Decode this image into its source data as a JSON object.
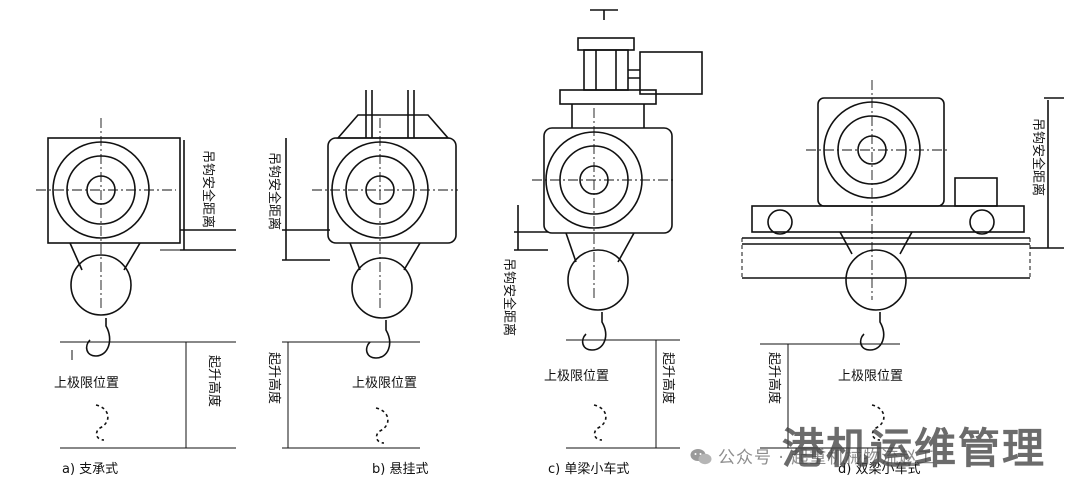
{
  "diagrams": [
    {
      "caption": "a) 支承式",
      "label_top": "吊钩安全距离",
      "label_bottom": "起升高度",
      "limit_label": "上极限位置"
    },
    {
      "caption": "b) 悬挂式",
      "label_top": "吊钩安全距离",
      "label_bottom": "起升高度",
      "limit_label": "上极限位置"
    },
    {
      "caption": "c) 单梁小车式",
      "label_top": "吊钩安全距离",
      "label_bottom": "起升高度",
      "limit_label": "上极限位置"
    },
    {
      "caption": "d) 双梁小车式",
      "label_top": "吊钩安全距离",
      "label_bottom": "起升高度",
      "limit_label": "上极限位置"
    }
  ],
  "watermark": {
    "subtitle": "公众号 · 起重机械物流赵工",
    "title": "港机运维管理"
  },
  "colors": {
    "line": "#111111",
    "watermark_text": "#8e8e8e"
  },
  "icons": [
    "wechat-icon"
  ]
}
